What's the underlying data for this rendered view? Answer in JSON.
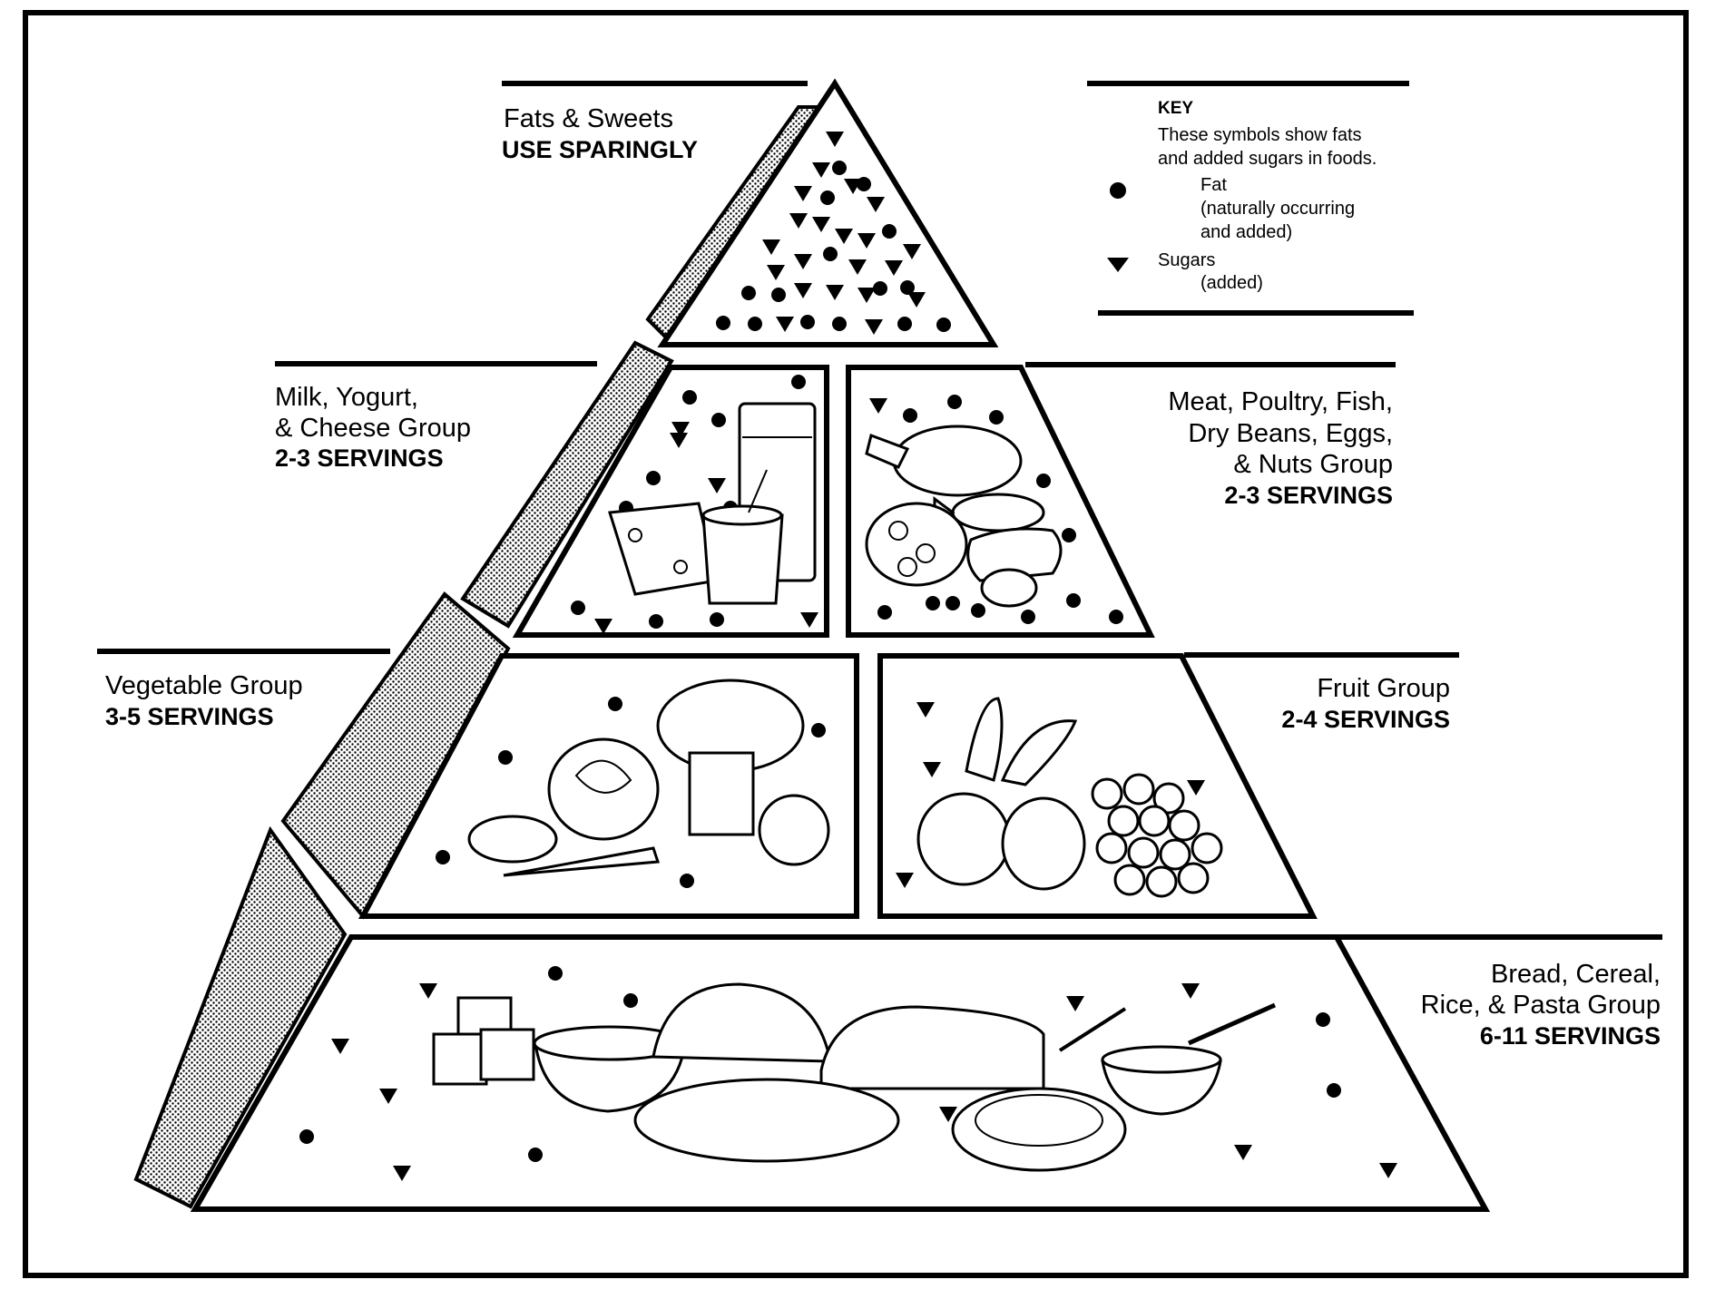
{
  "groups": {
    "fats": {
      "name": "Fats & Sweets",
      "advice": "USE SPARINGLY"
    },
    "milk": {
      "name_line1": "Milk, Yogurt,",
      "name_line2": "& Cheese Group",
      "servings": "2-3 SERVINGS"
    },
    "meat": {
      "name_line1": "Meat, Poultry, Fish,",
      "name_line2": "Dry Beans, Eggs,",
      "name_line3": "& Nuts Group",
      "servings": "2-3 SERVINGS"
    },
    "vegetable": {
      "name": "Vegetable Group",
      "servings": "3-5 SERVINGS"
    },
    "fruit": {
      "name": "Fruit Group",
      "servings": "2-4 SERVINGS"
    },
    "bread": {
      "name_line1": "Bread, Cereal,",
      "name_line2": "Rice, & Pasta Group",
      "servings": "6-11 SERVINGS"
    }
  },
  "key": {
    "title": "KEY",
    "intro_line1": "These symbols show fats",
    "intro_line2": "and added sugars in foods.",
    "fat_label": "Fat",
    "fat_note_line1": "(naturally occurring",
    "fat_note_line2": "and added)",
    "sugar_label": "Sugars",
    "sugar_note": "(added)",
    "fat_symbol": "circle-icon",
    "sugar_symbol": "triangle-down-icon"
  },
  "colors": {
    "ink": "#000000",
    "paper": "#ffffff"
  }
}
